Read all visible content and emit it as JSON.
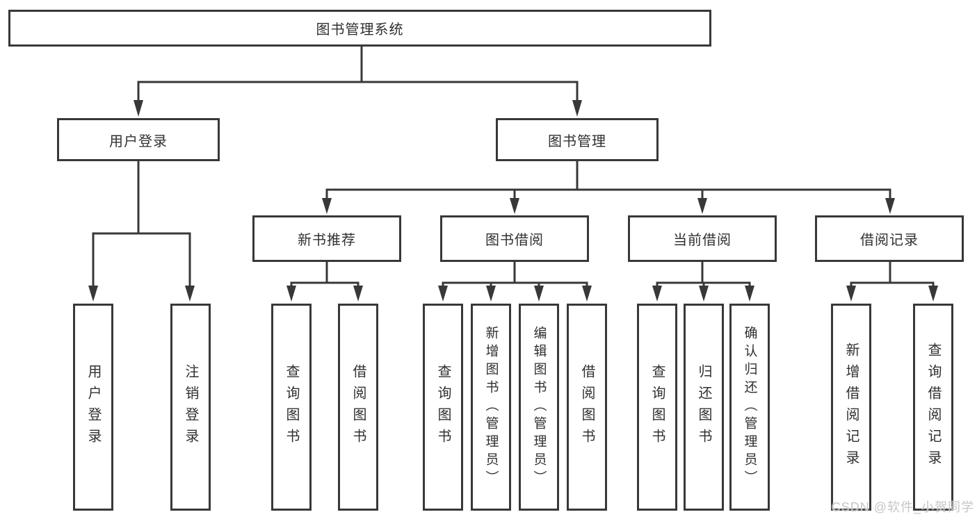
{
  "tree": {
    "root": {
      "label": "图书管理系统"
    },
    "children": [
      {
        "label": "用户登录",
        "children": [
          {
            "label": "用户登录"
          },
          {
            "label": "注销登录"
          }
        ]
      },
      {
        "label": "图书管理",
        "children": [
          {
            "label": "新书推荐",
            "children": [
              {
                "label": "查询图书"
              },
              {
                "label": "借阅图书"
              }
            ]
          },
          {
            "label": "图书借阅",
            "children": [
              {
                "label": "查询图书"
              },
              {
                "label": "新增图书（管理员）"
              },
              {
                "label": "编辑图书（管理员）"
              },
              {
                "label": "借阅图书"
              }
            ]
          },
          {
            "label": "当前借阅",
            "children": [
              {
                "label": "查询图书"
              },
              {
                "label": "归还图书"
              },
              {
                "label": "确认归还（管理员）"
              }
            ]
          },
          {
            "label": "借阅记录",
            "children": [
              {
                "label": "新增借阅记录"
              },
              {
                "label": "查询借阅记录"
              }
            ]
          }
        ]
      }
    ]
  },
  "watermark": {
    "text": "CSDN @软件_小贺同学"
  },
  "colors": {
    "line": "#383838",
    "box_border": "#383838",
    "text": "#303030",
    "background": "#ffffff",
    "watermark": "#c6c6c6"
  }
}
